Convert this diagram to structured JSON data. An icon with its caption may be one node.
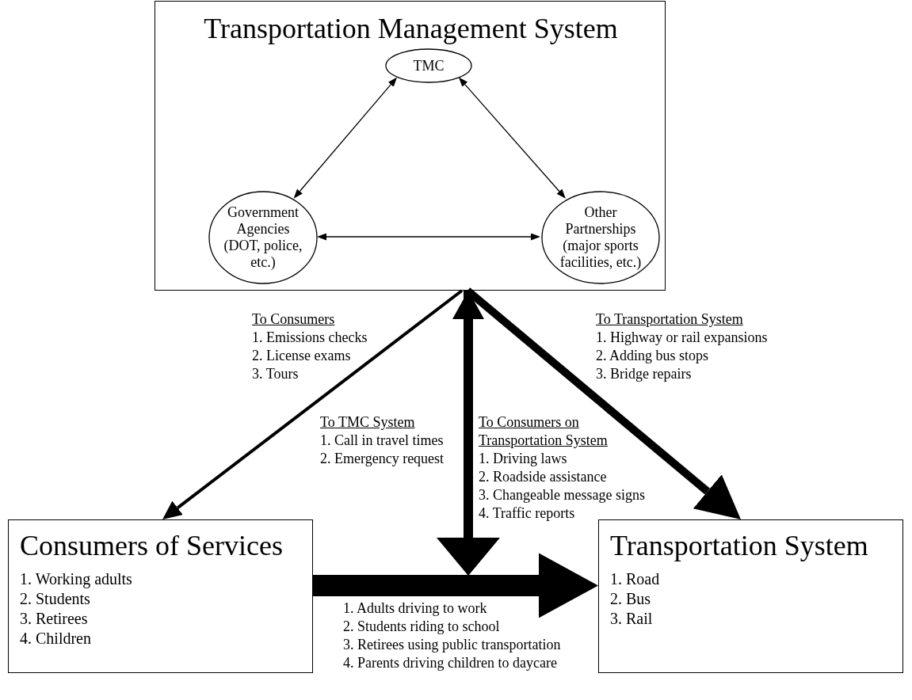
{
  "diagram": {
    "nodes": [
      {
        "text": [
          "Transportation Management System"
        ]
      },
      {
        "text": [
          "TMC"
        ],
        "in": 0
      },
      {
        "text": [
          "Government Agencies (DOT, police, etc.)"
        ],
        "in": 0
      },
      {
        "text": [
          "Other Partnerships (major sports facilities, etc.)"
        ],
        "in": 0
      },
      {
        "text": [
          "Consumers of Services",
          "1. Working adults",
          "2. Students",
          "3. Retirees",
          "4. Children"
        ]
      },
      {
        "text": [
          "Transportation System",
          "1. Road",
          "2. Bus",
          "3. Rail"
        ]
      }
    ],
    "edges": [
      {
        "from": 1,
        "to": 2,
        "arrow": "both"
      },
      {
        "from": 1,
        "to": 3,
        "arrow": "both"
      },
      {
        "from": 2,
        "to": 3,
        "arrow": "both"
      },
      {
        "from": 0,
        "to": 4,
        "arrow": "to",
        "label": "To Consumers 1. Emissions checks 2. License exams 3. Tours"
      },
      {
        "from": null,
        "to": 0,
        "arrow": "to",
        "style": "thick",
        "label": "To TMC System 1. Call in travel times 2. Emergency request"
      },
      {
        "from": 0,
        "to": null,
        "arrow": "to",
        "style": "thick",
        "label": "To Consumers on Transportation System 1. Driving laws 2. Roadside assistance 3. Changeable message signs 4. Traffic reports"
      },
      {
        "from": 0,
        "to": 5,
        "arrow": "to",
        "style": "thick",
        "label": "To Transportation System 1. Highway or rail expansions 2. Adding bus stops 3. Bridge repairs"
      },
      {
        "from": 4,
        "to": 5,
        "arrow": "to",
        "style": "thick",
        "label": "1. Adults driving to work 2. Students riding to school 3. Retirees using public transportation 4. Parents driving children to daycare"
      }
    ]
  }
}
